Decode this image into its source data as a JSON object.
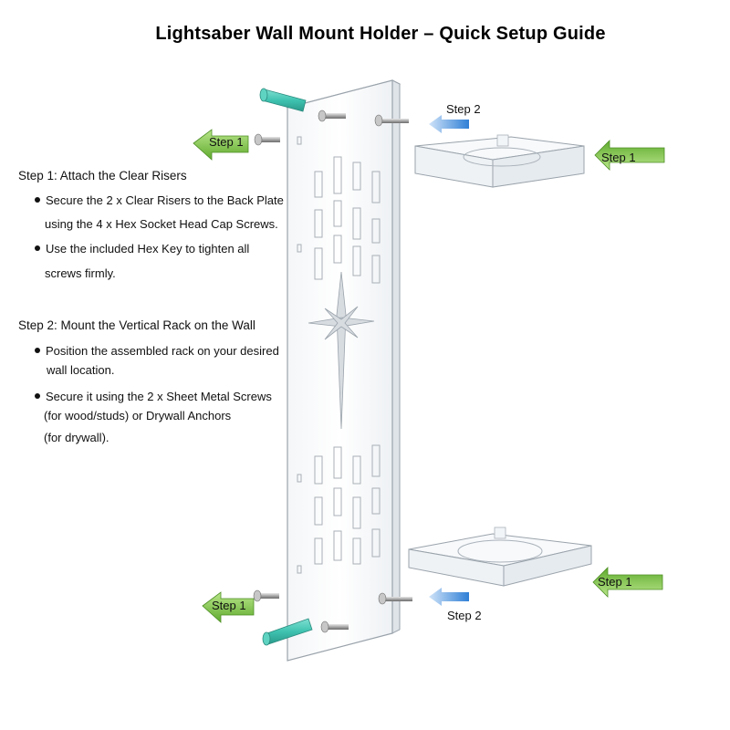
{
  "title": "Lightsaber Wall Mount Holder – Quick Setup Guide",
  "step1": {
    "heading": "Step 1: Attach the Clear Risers",
    "bullet1_line1": "Secure the 2 x Clear Risers to the Back Plate",
    "bullet1_line2": "using the 4 x Hex Socket Head Cap Screws.",
    "bullet2_line1": "Use the included Hex Key to tighten all",
    "bullet2_line2": "screws firmly."
  },
  "step2": {
    "heading": "Step 2: Mount the Vertical Rack on the Wall",
    "bullet1_line1": "Position the assembled rack on your desired",
    "bullet1_line2": "wall location.",
    "bullet2_line1": "Secure it using the 2 x Sheet Metal Screws",
    "bullet2_line2": "(for wood/studs) or Drywall Anchors",
    "bullet2_line3": "(for drywall)."
  },
  "callouts": {
    "step1_label": "Step 1",
    "step2_label": "Step 2"
  },
  "colors": {
    "green_arrow": "#7bc142",
    "blue_arrow": "#2f7fd6",
    "anchor_teal": "#3fc2b0",
    "acrylic_edge": "#9aa3ab"
  }
}
